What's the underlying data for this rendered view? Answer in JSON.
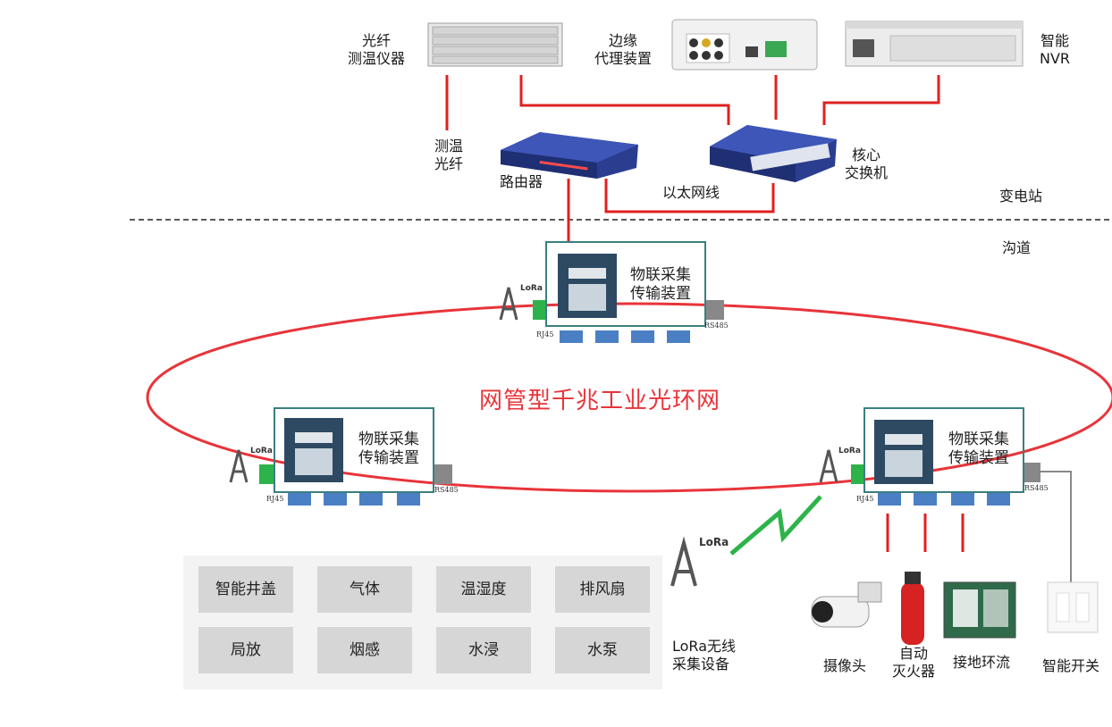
{
  "devices": {
    "fiber_meter": [
      "光纤",
      "测温仪器"
    ],
    "edge_agent": [
      "边缘",
      "代理装置"
    ],
    "nvr": [
      "智能",
      "NVR"
    ],
    "temp_fiber": [
      "测温",
      "光纤"
    ],
    "router": "路由器",
    "core_switch": [
      "核心",
      "交换机"
    ],
    "ethernet": "以太网线"
  },
  "zones": {
    "substation": "变电站",
    "trench": "沟道"
  },
  "nodes": {
    "label": [
      "物联采集",
      "传输装置"
    ],
    "rj45": "RJ45",
    "rs485": "RS485",
    "lora": "LoRa"
  },
  "ring_title": "网管型千兆工业光环网",
  "sensors": [
    "智能井盖",
    "气体",
    "温湿度",
    "排风扇",
    "局放",
    "烟感",
    "水浸",
    "水泵"
  ],
  "lora_device": [
    "LoRa无线",
    "采集设备"
  ],
  "endpoints": {
    "camera": "摄像头",
    "extinguisher": [
      "自动",
      "灭火器"
    ],
    "grounding": "接地环流",
    "smart_switch": "智能开关"
  },
  "colors": {
    "ring_red": "#e8343a",
    "link_red": "#e02020",
    "teal": "#3a7f80",
    "port_blue": "#4a7fc4",
    "lora_green": "#2db34a"
  }
}
